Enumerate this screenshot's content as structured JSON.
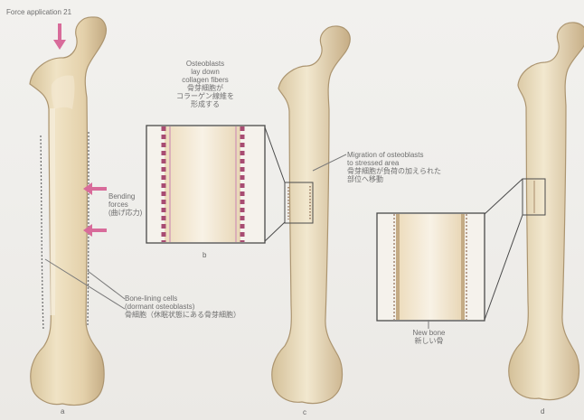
{
  "header": {
    "text": "Force application  21"
  },
  "panels": {
    "a": {
      "label": "a",
      "bending_label_en": "Bending",
      "bending_label_en2": "forces",
      "bending_label_ja": "(曲げ応力)",
      "lining_label_en": "Bone-lining cells",
      "lining_label_en2": "(dormant osteoblasts)",
      "lining_label_ja": "骨細胞（休眠状態にある骨芽細胞）"
    },
    "b": {
      "label": "b",
      "top_label_line1": "Osteoblasts",
      "top_label_line2": "lay down",
      "top_label_line3": "collagen fibers",
      "top_label_line4": "骨芽細胞が",
      "top_label_line5": "コラーゲン線維を",
      "top_label_line6": "形成する"
    },
    "c": {
      "label": "c",
      "migration_label_line1": "Migration of osteoblasts",
      "migration_label_line2": "to stressed area",
      "migration_label_line3": "骨芽細胞が負荷の加えられた",
      "migration_label_line4": "部位へ移動"
    },
    "d": {
      "label": "d",
      "new_bone_label_line1": "New bone",
      "new_bone_label_line2": "新しい骨"
    }
  },
  "colors": {
    "background": "#efeeeb",
    "bone_fill": "#e7d8b6",
    "bone_shade": "#c8b089",
    "marrow_fill": "#f7f1e2",
    "arrow_pink": "#d86b9a",
    "osteoblast_red": "#a84c72",
    "line_gray": "#7a7a7a",
    "box_stroke": "#4a4a4a"
  }
}
